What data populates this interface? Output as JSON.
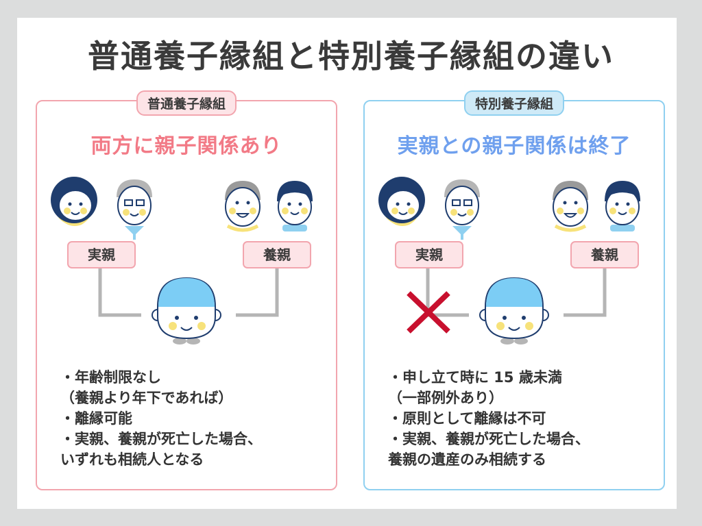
{
  "title": "普通養子縁組と特別養子縁組の違い",
  "colors": {
    "background": "#dcdddd",
    "pink_accent": "#f27a86",
    "pink_border": "#f2a5ae",
    "blue_accent": "#6fa0ee",
    "blue_border": "#8fd0f0",
    "cross": "#c8102e",
    "connector": "#b5b5b5"
  },
  "panels": [
    {
      "tag": "普通養子縁組",
      "subtitle": "両方に親子関係あり",
      "birth_parents_label": "実親",
      "adoptive_parents_label": "養親",
      "birth_link_severed": false,
      "bullets": [
        "・年齢制限なし",
        "（養親より年下であれば）",
        "・離縁可能",
        "・実親、養親が死亡した場合、",
        "いずれも相続人となる"
      ]
    },
    {
      "tag": "特別養子縁組",
      "subtitle": "実親との親子関係は終了",
      "birth_parents_label": "実親",
      "adoptive_parents_label": "養親",
      "birth_link_severed": true,
      "bullets": [
        "・申し立て時に 15 歳未満",
        "（一部例外あり）",
        "・原則として離縁は不可",
        "・実親、養親が死亡した場合、",
        "養親の遺産のみ相続する"
      ]
    }
  ],
  "icons": {
    "mother": "woman-face-icon",
    "father": "man-with-glasses-face-icon",
    "adoptive_father": "older-man-face-icon",
    "adoptive_mother": "woman-short-hair-face-icon",
    "child": "child-face-icon",
    "severed": "red-cross-icon"
  }
}
